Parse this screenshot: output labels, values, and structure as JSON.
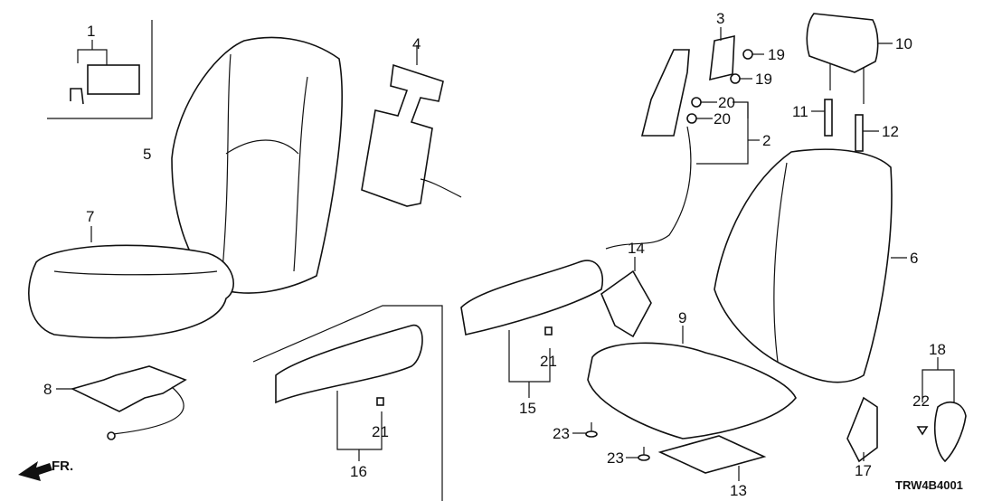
{
  "diagram": {
    "code": "TRW4B4001",
    "direction_label": "FR.",
    "callouts": [
      "1",
      "2",
      "3",
      "4",
      "5",
      "6",
      "7",
      "8",
      "9",
      "10",
      "11",
      "12",
      "13",
      "14",
      "15",
      "16",
      "17",
      "18",
      "19",
      "19",
      "20",
      "20",
      "21",
      "21",
      "22",
      "23",
      "23"
    ]
  }
}
